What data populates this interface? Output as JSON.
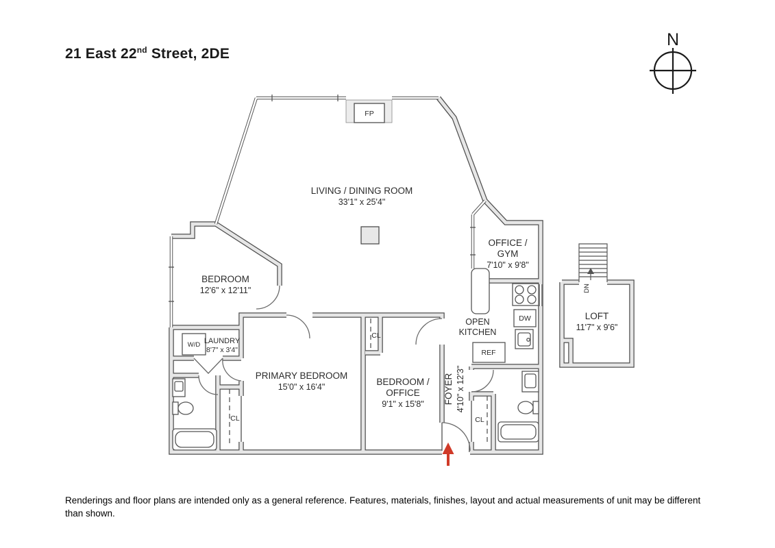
{
  "header": {
    "title_number": "21 East 22",
    "title_ordinal": "nd",
    "title_rest": " Street, 2DE"
  },
  "compass": {
    "north_label": "N"
  },
  "rooms": {
    "living": {
      "name": "LIVING / DINING ROOM",
      "dims": "33'1\" x 25'4\""
    },
    "bedroom": {
      "name": "BEDROOM",
      "dims": "12'6\" x 12'11\""
    },
    "laundry": {
      "name": "LAUNDRY",
      "dims": "8'7\" x 3'4\""
    },
    "primary": {
      "name": "PRIMARY BEDROOM",
      "dims": "15'0\" x 16'4\""
    },
    "bedroom_office": {
      "name_line1": "BEDROOM /",
      "name_line2": "OFFICE",
      "dims": "9'1\" x 15'8\""
    },
    "foyer": {
      "name": "FOYER",
      "dims": "4'10\" x 12'3\""
    },
    "kitchen": {
      "name_line1": "OPEN",
      "name_line2": "KITCHEN"
    },
    "office_gym": {
      "name_line1": "OFFICE /",
      "name_line2": "GYM",
      "dims": "7'10\" x 9'8\""
    },
    "loft": {
      "name": "LOFT",
      "dims": "11'7\" x 9'6\""
    }
  },
  "labels": {
    "fireplace": "FP",
    "washer_dryer": "W/D",
    "dishwasher": "DW",
    "refrigerator": "REF",
    "closet": "CL",
    "stairs_down": "DN"
  },
  "footer": {
    "disclaimer": "Renderings and floor plans are intended only as a general reference. Features, materials, finishes, layout and actual measurements of unit may be different than shown."
  },
  "colors": {
    "background": "#ffffff",
    "wall_fill": "#e6e6e6",
    "wall_outline": "#4d4d4d",
    "text": "#2b2b2b",
    "entry_arrow": "#d03a28"
  }
}
